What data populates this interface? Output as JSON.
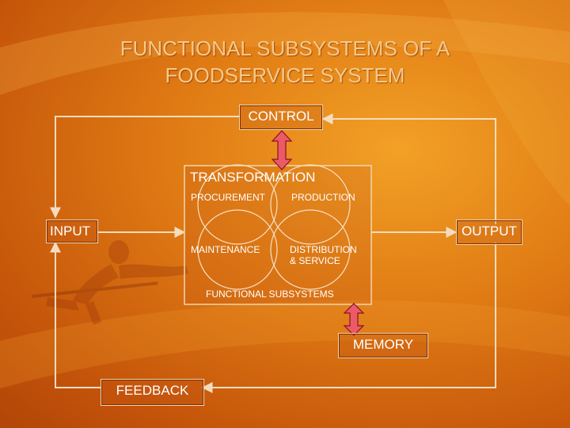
{
  "slide": {
    "title_line1": "FUNCTIONAL SUBSYSTEMS OF A",
    "title_line2": "FOODSERVICE SYSTEM"
  },
  "nodes": {
    "control": "CONTROL",
    "transformation": "TRANSFORMATION",
    "input": "INPUT",
    "output": "OUTPUT",
    "memory": "MEMORY",
    "feedback": "FEEDBACK"
  },
  "subsystems": {
    "procurement": "PROCUREMENT",
    "production": "PRODUCTION",
    "maintenance": "MAINTENANCE",
    "distribution_line1": "DISTRIBUTION",
    "distribution_line2": "& SERVICE",
    "caption": "FUNCTIONAL SUBSYSTEMS"
  },
  "colors": {
    "line": "#f4dcc0",
    "arrow_fill": "#ec5a6a",
    "arrow_stroke": "#8a1020"
  }
}
